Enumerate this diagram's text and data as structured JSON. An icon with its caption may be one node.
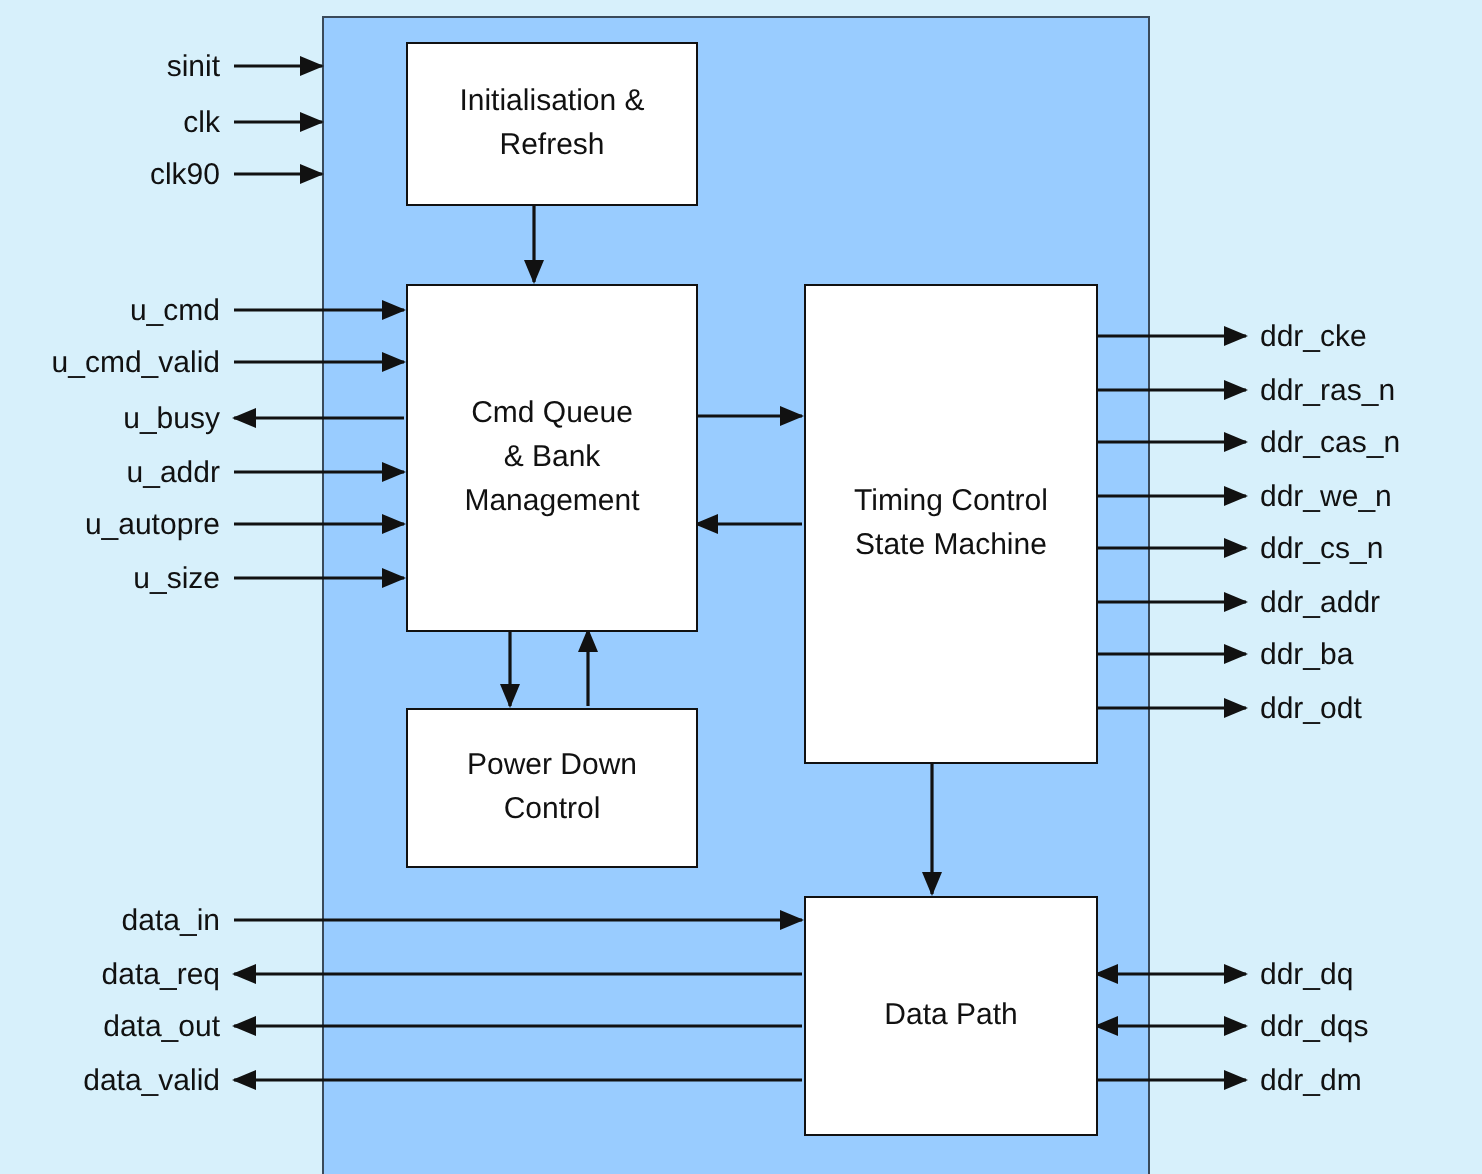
{
  "diagram": {
    "nodes": [
      {
        "text": [],
        "shape": "box"
      },
      {
        "text": [
          "Initialisation & Refresh"
        ],
        "in": 0
      },
      {
        "text": [
          "Cmd Queue & Bank Management"
        ],
        "in": 0
      },
      {
        "text": [
          "Power Down Control"
        ],
        "in": 0
      },
      {
        "text": [
          "Timing Control State Machine"
        ],
        "in": 0
      },
      {
        "text": [
          "Data Path"
        ],
        "in": 0
      },
      {
        "text": [
          "sinit"
        ]
      },
      {
        "text": [
          "clk"
        ]
      },
      {
        "text": [
          "clk90"
        ]
      },
      {
        "text": [
          "u_cmd"
        ]
      },
      {
        "text": [
          "u_cmd_valid"
        ]
      },
      {
        "text": [
          "u_busy"
        ]
      },
      {
        "text": [
          "u_addr"
        ]
      },
      {
        "text": [
          "u_autopre"
        ]
      },
      {
        "text": [
          "u_size"
        ]
      },
      {
        "text": [
          "ddr_cke"
        ]
      },
      {
        "text": [
          "ddr_ras_n"
        ]
      },
      {
        "text": [
          "ddr_cas_n"
        ]
      },
      {
        "text": [
          "ddr_we_n"
        ]
      },
      {
        "text": [
          "ddr_cs_n"
        ]
      },
      {
        "text": [
          "ddr_addr"
        ]
      },
      {
        "text": [
          "ddr_ba"
        ]
      },
      {
        "text": [
          "ddr_odt"
        ]
      },
      {
        "text": [
          "data_in"
        ]
      },
      {
        "text": [
          "data_req"
        ]
      },
      {
        "text": [
          "data_out"
        ]
      },
      {
        "text": [
          "data_valid"
        ]
      },
      {
        "text": [
          "ddr_dq"
        ]
      },
      {
        "text": [
          "ddr_dqs"
        ]
      },
      {
        "text": [
          "ddr_dm"
        ]
      }
    ],
    "edges": [
      {
        "from": 1,
        "to": 2,
        "arrow": "to"
      },
      {
        "from": 2,
        "to": 4,
        "arrow": "to"
      },
      {
        "from": 4,
        "to": 2,
        "arrow": "to"
      },
      {
        "from": 2,
        "to": 3,
        "arrow": "to"
      },
      {
        "from": 3,
        "to": 2,
        "arrow": "to"
      },
      {
        "from": 4,
        "to": 5,
        "arrow": "to"
      },
      {
        "from": 6,
        "to": 0,
        "arrow": "to"
      },
      {
        "from": 7,
        "to": 0,
        "arrow": "to"
      },
      {
        "from": 8,
        "to": 0,
        "arrow": "to"
      },
      {
        "from": 9,
        "to": 2,
        "arrow": "to"
      },
      {
        "from": 10,
        "to": 2,
        "arrow": "to"
      },
      {
        "from": 2,
        "to": 11,
        "arrow": "to"
      },
      {
        "from": 12,
        "to": 2,
        "arrow": "to"
      },
      {
        "from": 13,
        "to": 2,
        "arrow": "to"
      },
      {
        "from": 14,
        "to": 2,
        "arrow": "to"
      },
      {
        "from": 4,
        "to": 15,
        "arrow": "to"
      },
      {
        "from": 4,
        "to": 16,
        "arrow": "to"
      },
      {
        "from": 4,
        "to": 17,
        "arrow": "to"
      },
      {
        "from": 4,
        "to": 18,
        "arrow": "to"
      },
      {
        "from": 4,
        "to": 19,
        "arrow": "to"
      },
      {
        "from": 4,
        "to": 20,
        "arrow": "to"
      },
      {
        "from": 4,
        "to": 21,
        "arrow": "to"
      },
      {
        "from": 4,
        "to": 22,
        "arrow": "to"
      },
      {
        "from": 23,
        "to": 5,
        "arrow": "to"
      },
      {
        "from": 5,
        "to": 24,
        "arrow": "to"
      },
      {
        "from": 5,
        "to": 25,
        "arrow": "to"
      },
      {
        "from": 5,
        "to": 26,
        "arrow": "to"
      },
      {
        "from": 5,
        "to": 27,
        "arrow": "both"
      },
      {
        "from": 5,
        "to": 28,
        "arrow": "both"
      },
      {
        "from": 5,
        "to": 29,
        "arrow": "to"
      }
    ]
  }
}
